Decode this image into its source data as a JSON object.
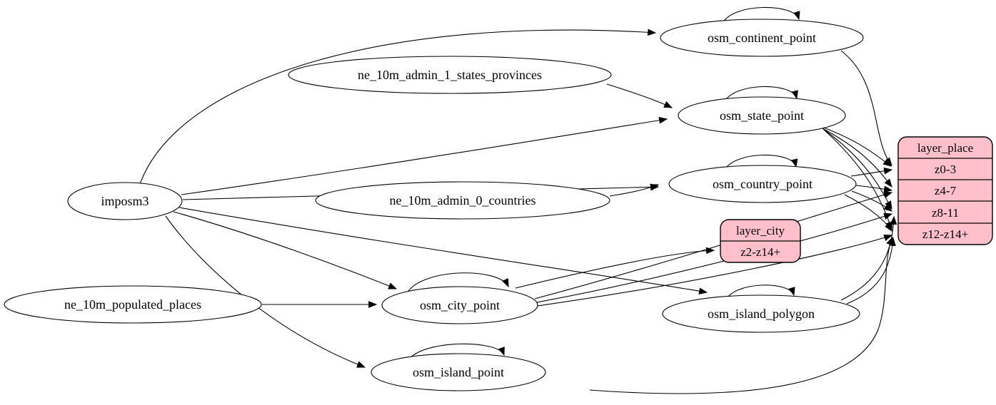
{
  "diagram_type": "etl-graph",
  "colors": {
    "record_fill": "#ffc0cb",
    "ellipse_fill": "#ffffff",
    "stroke": "#000000"
  },
  "nodes": {
    "imposm3": {
      "label": "imposm3"
    },
    "ne_10m_admin_1_states_provinces": {
      "label": "ne_10m_admin_1_states_provinces"
    },
    "ne_10m_admin_0_countries": {
      "label": "ne_10m_admin_0_countries"
    },
    "ne_10m_populated_places": {
      "label": "ne_10m_populated_places"
    },
    "osm_continent_point": {
      "label": "osm_continent_point"
    },
    "osm_state_point": {
      "label": "osm_state_point"
    },
    "osm_country_point": {
      "label": "osm_country_point"
    },
    "osm_city_point": {
      "label": "osm_city_point"
    },
    "osm_island_polygon": {
      "label": "osm_island_polygon"
    },
    "osm_island_point": {
      "label": "osm_island_point"
    },
    "layer_city": {
      "title": "layer_city",
      "rows": [
        "z2-z14+"
      ]
    },
    "layer_place": {
      "title": "layer_place",
      "rows": [
        "z0-3",
        "z4-7",
        "z8-11",
        "z12-z14+"
      ]
    }
  },
  "edges": [
    {
      "from": "imposm3",
      "to": "osm_continent_point"
    },
    {
      "from": "imposm3",
      "to": "osm_state_point"
    },
    {
      "from": "imposm3",
      "to": "osm_country_point"
    },
    {
      "from": "imposm3",
      "to": "osm_city_point"
    },
    {
      "from": "imposm3",
      "to": "osm_island_polygon"
    },
    {
      "from": "imposm3",
      "to": "osm_island_point"
    },
    {
      "from": "ne_10m_admin_1_states_provinces",
      "to": "osm_state_point"
    },
    {
      "from": "ne_10m_admin_0_countries",
      "to": "osm_country_point"
    },
    {
      "from": "ne_10m_populated_places",
      "to": "osm_city_point"
    },
    {
      "from": "osm_continent_point",
      "to": "osm_continent_point"
    },
    {
      "from": "osm_state_point",
      "to": "osm_state_point"
    },
    {
      "from": "osm_country_point",
      "to": "osm_country_point"
    },
    {
      "from": "osm_city_point",
      "to": "osm_city_point"
    },
    {
      "from": "osm_island_polygon",
      "to": "osm_island_polygon"
    },
    {
      "from": "osm_island_point",
      "to": "osm_island_point"
    },
    {
      "from": "osm_city_point",
      "to": "layer_city",
      "to_port": "z2-z14+"
    },
    {
      "from": "osm_continent_point",
      "to": "layer_place",
      "to_port": "z0-3"
    },
    {
      "from": "osm_state_point",
      "to": "layer_place",
      "to_port": "z0-3"
    },
    {
      "from": "osm_state_point",
      "to": "layer_place",
      "to_port": "z4-7"
    },
    {
      "from": "osm_state_point",
      "to": "layer_place",
      "to_port": "z8-11"
    },
    {
      "from": "osm_state_point",
      "to": "layer_place",
      "to_port": "z12-z14+"
    },
    {
      "from": "osm_country_point",
      "to": "layer_place",
      "to_port": "z0-3"
    },
    {
      "from": "osm_country_point",
      "to": "layer_place",
      "to_port": "z4-7"
    },
    {
      "from": "osm_country_point",
      "to": "layer_place",
      "to_port": "z8-11"
    },
    {
      "from": "osm_country_point",
      "to": "layer_place",
      "to_port": "z12-z14+"
    },
    {
      "from": "osm_city_point",
      "to": "layer_place",
      "to_port": "z4-7"
    },
    {
      "from": "osm_city_point",
      "to": "layer_place",
      "to_port": "z8-11"
    },
    {
      "from": "osm_city_point",
      "to": "layer_place",
      "to_port": "z12-z14+"
    },
    {
      "from": "osm_island_polygon",
      "to": "layer_place",
      "to_port": "z8-11"
    },
    {
      "from": "osm_island_polygon",
      "to": "layer_place",
      "to_port": "z12-z14+"
    },
    {
      "from": "osm_island_point",
      "to": "layer_place",
      "to_port": "z12-z14+"
    }
  ]
}
